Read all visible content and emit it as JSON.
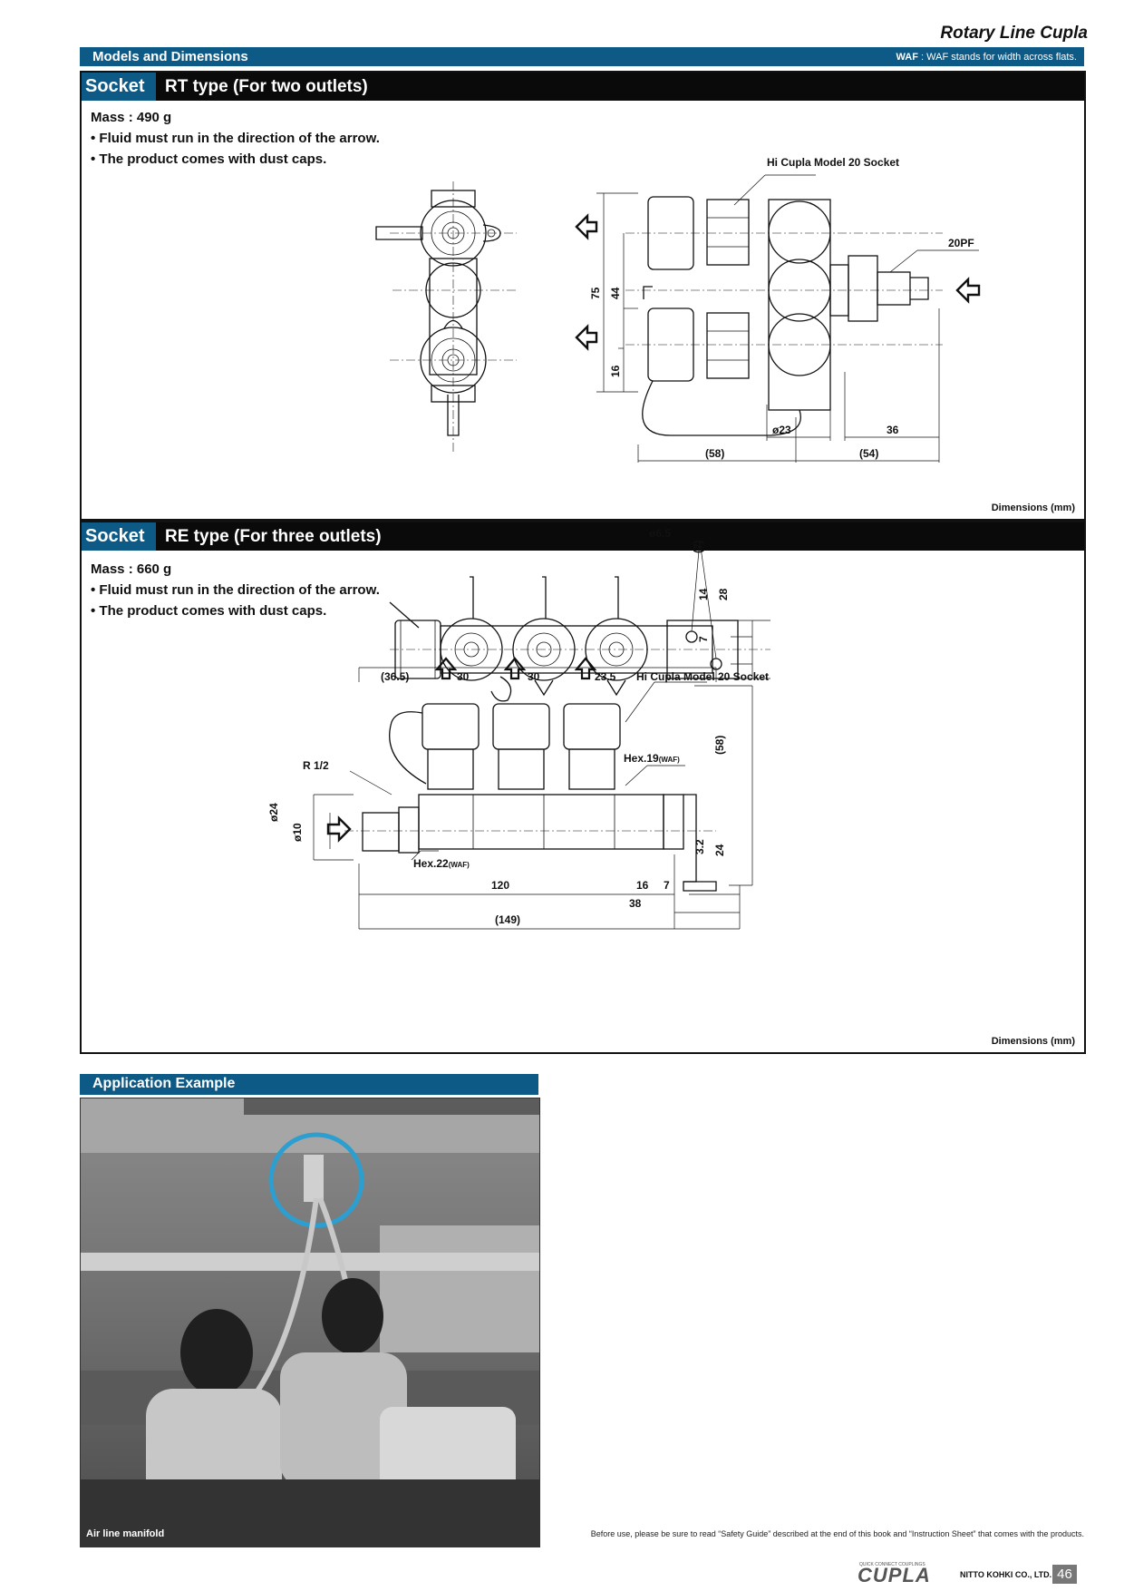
{
  "header": {
    "title": "Rotary Line Cupla"
  },
  "section": {
    "title": "Models and Dimensions",
    "note_abbr": "WAF",
    "note_text": ": WAF stands for width across flats."
  },
  "rt": {
    "tag": "Socket",
    "title": "RT type (For two outlets)",
    "mass": "Mass : 490 g",
    "bullets": [
      "• Fluid must run in the direction of the arrow.",
      "• The product comes with dust caps."
    ],
    "dims_note": "Dimensions (mm)",
    "labels": {
      "socket": "Hi Cupla Model 20 Socket",
      "plug": "20PF",
      "d75": "75",
      "d44": "44",
      "d16": "16",
      "d23": "ø23",
      "d36": "36",
      "d58": "(58)",
      "d54": "(54)"
    }
  },
  "re": {
    "tag": "Socket",
    "title": "RE type (For three outlets)",
    "mass": "Mass : 660 g",
    "bullets": [
      "• Fluid must run in the direction of the arrow.",
      "• The product comes with dust caps."
    ],
    "dims_note": "Dimensions (mm)",
    "labels": {
      "hole": "ø6.5",
      "d7a": "(7)",
      "d14": "14",
      "d28": "28",
      "d7b": "7",
      "d365": "(36.5)",
      "d30a": "30",
      "d30b": "30",
      "d235": "23.5",
      "socket": "Hi Cupla Model 20 Socket",
      "hex19": "Hex.19",
      "waf": "(WAF)",
      "d58": "(58)",
      "r12": "R 1/2",
      "d24": "ø24",
      "d10": "ø10",
      "hex22": "Hex.22",
      "d32": "3.2",
      "d24b": "24",
      "d120": "120",
      "d16": "16",
      "d7c": "7",
      "d38": "38",
      "d149": "(149)"
    }
  },
  "application": {
    "title": "Application Example",
    "caption": "Air line manifold"
  },
  "footer": {
    "note": "Before use, please be sure to read “Safety Guide” described at the end of this book and “Instruction Sheet” that comes with the products.",
    "brand": "CUPLA",
    "brand_small": "QUICK CONNECT COUPLINGS",
    "company": "NITTO KOHKI CO., LTD.",
    "page": "46"
  }
}
